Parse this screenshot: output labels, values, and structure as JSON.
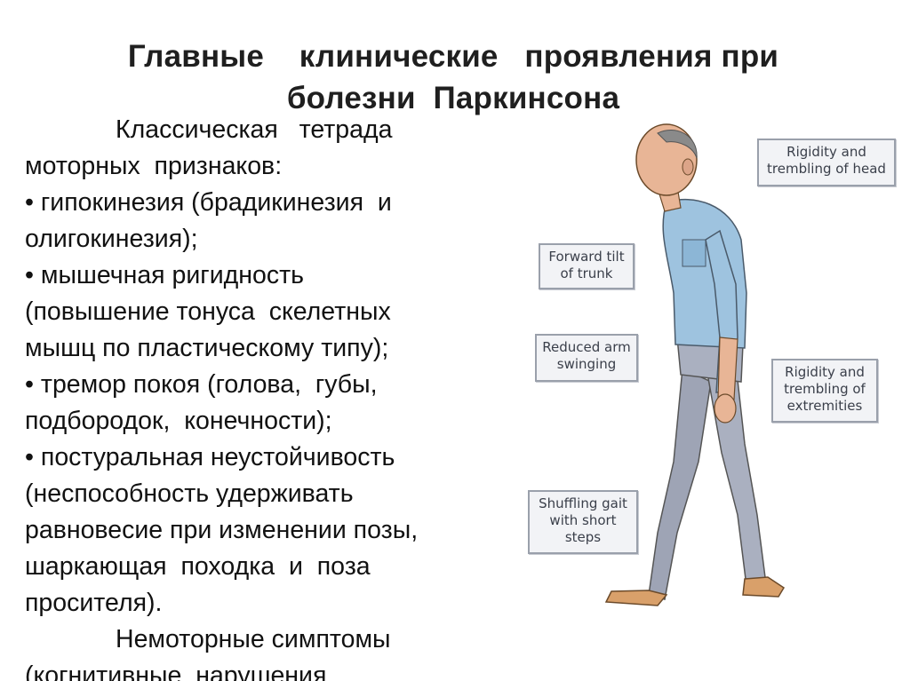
{
  "title": {
    "line1": "Главные    клинические   проявления при",
    "line2": "болезни  Паркинсона"
  },
  "body": {
    "lines": [
      "Классическая   тетрада",
      "моторных  признаков:",
      "• гипокинезия (брадикинезия  и",
      "олигокинезия);",
      "• мышечная ригидность",
      "(повышение тонуса  скелетных",
      "мышц по пластическому типу);",
      "• тремор покоя (голова,  губы,",
      "подбородок,  конечности);",
      "• постуральная неустойчивость",
      "(неспособность удерживать",
      "равновесие при изменении позы,",
      "шаркающая  походка  и  поза",
      "просителя).",
      "Немоторные симптомы",
      "(когнитивные  нарушения"
    ]
  },
  "figure": {
    "callouts": {
      "head": [
        "Rigidity and",
        "trembling of head"
      ],
      "trunk": [
        "Forward tilt",
        "of trunk"
      ],
      "arm": [
        "Reduced arm",
        "swinging"
      ],
      "extremities": [
        "Rigidity and",
        "trembling of",
        "extremities"
      ],
      "gait": [
        "Shuffling gait",
        "with short",
        "steps"
      ]
    }
  },
  "colors": {
    "shirt": "#9ec3df",
    "trousers": "#aab0c0",
    "skin": "#e8b596",
    "shoes": "#d9a06a",
    "callout_border": "#9aa0ab"
  }
}
